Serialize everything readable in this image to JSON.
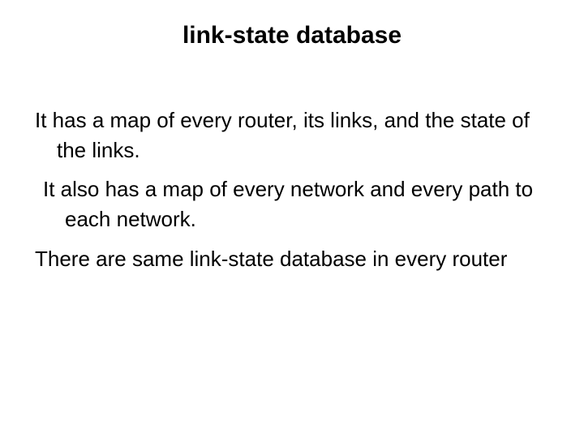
{
  "slide": {
    "title": "link-state database",
    "bullets": [
      "It has a map of every router, its links, and the state of the links.",
      "It also has a map of every network and every path to each network.",
      "There are same link-state database in every router"
    ]
  }
}
